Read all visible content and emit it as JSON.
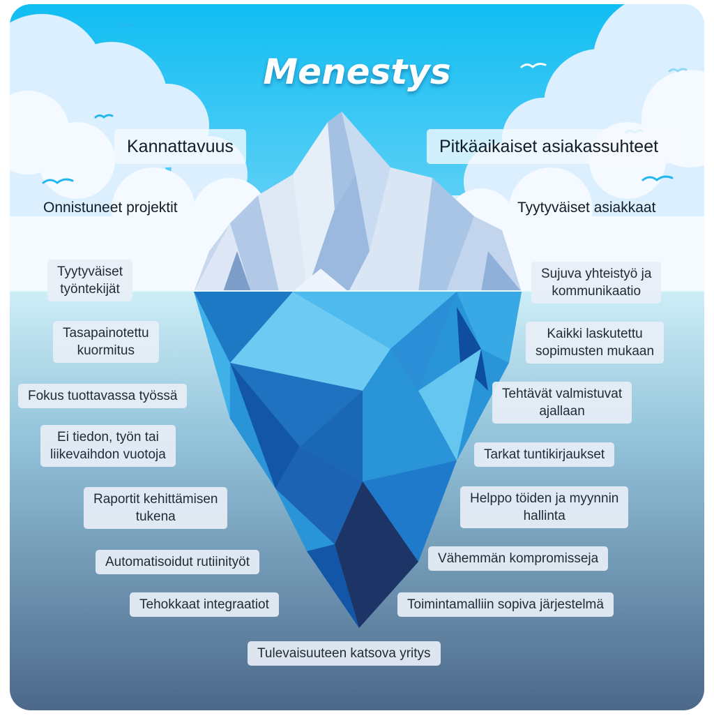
{
  "title": "Menestys",
  "above_water": {
    "top_left": "Kannattavuus",
    "top_right": "Pitkäaikaiset asiakassuhteet",
    "mid_left": "Onnistuneet projektit",
    "mid_right": "Tyytyväiset asiakkaat"
  },
  "below_left": [
    "Tyytyväiset\ntyöntekijät",
    "Tasapainotettu\nkuormitus",
    "Fokus tuottavassa työssä",
    "Ei tiedon, työn tai\nliikevaihdon vuotoja",
    "Raportit kehittämisen\ntukena",
    "Automatisoidut rutiinityöt",
    "Tehokkaat integraatiot"
  ],
  "below_right": [
    "Sujuva yhteistyö ja\nkommunikaatio",
    "Kaikki laskutettu\nsopimusten mukaan",
    "Tehtävät valmistuvat\najallaan",
    "Tarkat tuntikirjaukset",
    "Helppo töiden ja myynnin\nhallinta",
    "Vähemmän kompromisseja",
    "Toimintamalliin sopiva järjestelmä"
  ],
  "bottom": "Tulevaisuuteen katsova yritys",
  "colors": {
    "sky": "#1fc1f1",
    "cloud": "#dbefff",
    "water_top": "#bfe9f5",
    "water_bottom": "#4e6c8c",
    "ice_light": "#dde7f5",
    "ice_mid": "#a9c5e6",
    "ice_shadow": "#7d9ec8",
    "under_light": "#65c6f0",
    "under_mid": "#2a94d8",
    "under_dark": "#1356a8",
    "under_darkest": "#1d3566"
  }
}
